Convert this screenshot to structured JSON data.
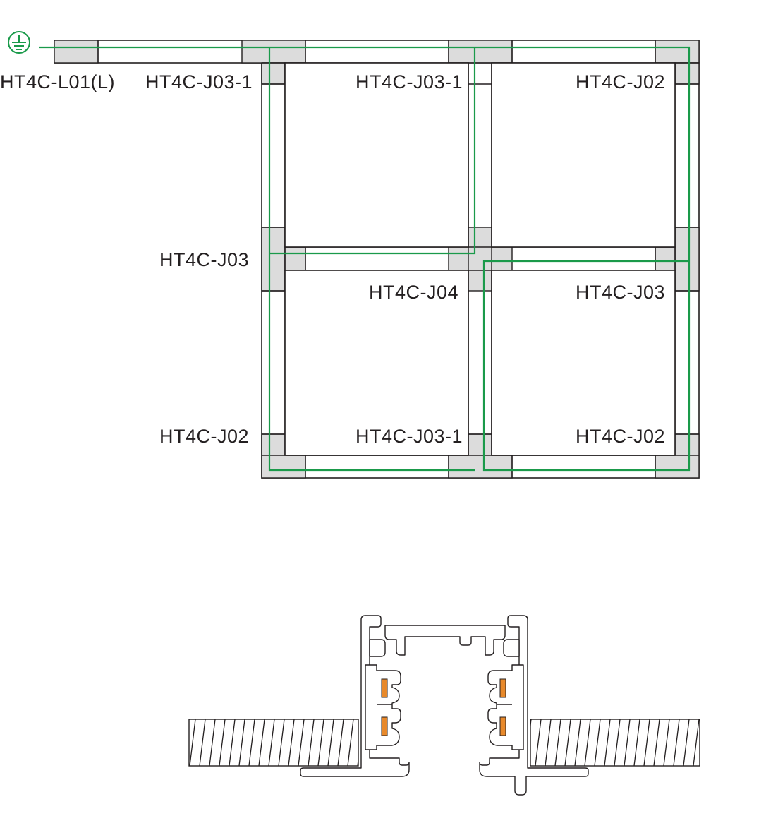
{
  "colors": {
    "wire": "#1a9a4a",
    "connector_fill": "#dcdcdc",
    "line": "#231f20",
    "contact": "#e8892a"
  },
  "icons": {
    "ground": "ground-symbol-icon"
  },
  "labels": {
    "feed": "HT4C-L01(L)",
    "top_left_joint": "HT4C-J03-1",
    "top_middle_joint": "HT4C-J03-1",
    "top_right_joint": "HT4C-J02",
    "middle_left_joint": "HT4C-J03",
    "center_joint": "HT4C-J04",
    "middle_right_joint": "HT4C-J03",
    "bottom_left_joint": "HT4C-J02",
    "bottom_middle_joint": "HT4C-J03-1",
    "bottom_right_joint": "HT4C-J02"
  }
}
